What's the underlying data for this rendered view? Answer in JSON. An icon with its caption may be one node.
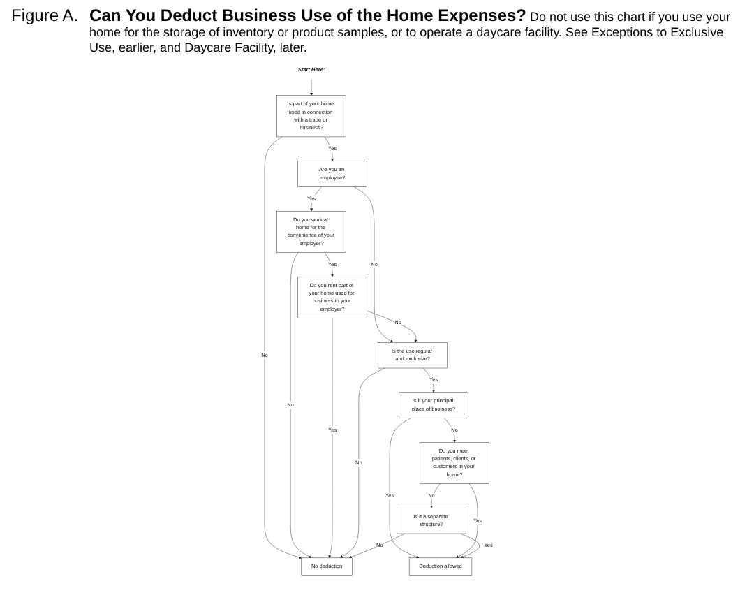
{
  "diagram": {
    "title": "Can You Deduct Business Use of the Home Expenses?",
    "caption": "Do not use this chart if you use your home for the storage of inventory or product samples, or to operate a daycare facility. See Exceptions to Exclusive Use, earlier, and Daycare Facility, later.",
    "nodes": [
      {
        "text": [
          "Start Here:"
        ]
      },
      {
        "text": [
          "Is part of your home used in connection with a trade or business?"
        ]
      },
      {
        "text": [
          "Are you an employee?"
        ]
      },
      {
        "text": [
          "Do you work at home for the convenience of your employer?"
        ]
      },
      {
        "text": [
          "Do you rent part of your home used for business to your employer?"
        ]
      },
      {
        "text": [
          "Is the use regular and exclusive?"
        ]
      },
      {
        "text": [
          "Is it your principal place of business?"
        ]
      },
      {
        "text": [
          "Do you meet patients, clients, or customers in your home?"
        ]
      },
      {
        "text": [
          "Is it a separate structure?"
        ]
      },
      {
        "text": [
          "No deduction"
        ]
      },
      {
        "text": [
          "Deduction allowed"
        ]
      }
    ],
    "edges": [
      {
        "from": 0,
        "to": 1,
        "arrow": "to"
      },
      {
        "from": 1,
        "to": 9,
        "arrow": "to",
        "label": "No"
      },
      {
        "from": 1,
        "to": 2,
        "arrow": "to",
        "label": "Yes"
      },
      {
        "from": 2,
        "to": 5,
        "arrow": "to",
        "label": "No"
      },
      {
        "from": 2,
        "to": 3,
        "arrow": "to",
        "label": "Yes"
      },
      {
        "from": 3,
        "to": 9,
        "arrow": "to",
        "label": "No"
      },
      {
        "from": 3,
        "to": 4,
        "arrow": "to",
        "label": "Yes"
      },
      {
        "from": 4,
        "to": 9,
        "arrow": "to",
        "label": "Yes"
      },
      {
        "from": 4,
        "to": 5,
        "arrow": "to",
        "label": "No"
      },
      {
        "from": 5,
        "to": 9,
        "arrow": "to",
        "label": "No"
      },
      {
        "from": 5,
        "to": 6,
        "arrow": "to",
        "label": "Yes"
      },
      {
        "from": 6,
        "to": 10,
        "arrow": "to",
        "label": "Yes"
      },
      {
        "from": 6,
        "to": 7,
        "arrow": "to",
        "label": "No"
      },
      {
        "from": 7,
        "to": 10,
        "arrow": "to",
        "label": "Yes"
      },
      {
        "from": 7,
        "to": 8,
        "arrow": "to",
        "label": "No"
      },
      {
        "from": 8,
        "to": 9,
        "arrow": "to",
        "label": "No"
      },
      {
        "from": 8,
        "to": 10,
        "arrow": "to",
        "label": "Yes"
      }
    ],
    "labels": [
      "Figure A."
    ]
  }
}
